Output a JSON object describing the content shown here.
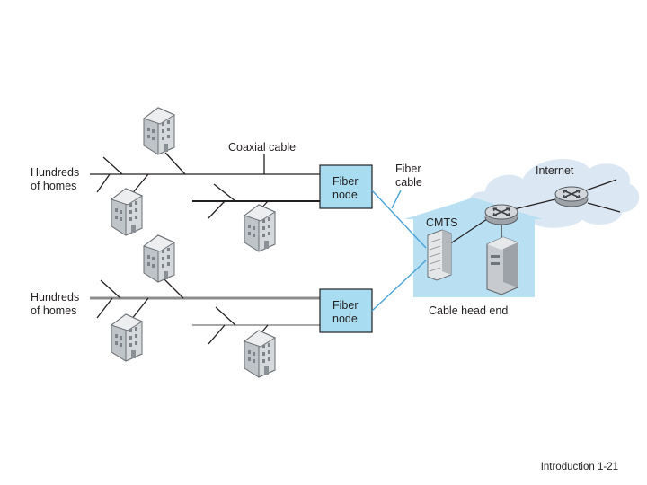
{
  "diagram": {
    "coaxial_label": "Coaxial cable",
    "fiber_cable_label": [
      "Fiber",
      "cable"
    ],
    "internet_label": "Internet",
    "cmts_label": "CMTS",
    "head_end_label": "Cable head end",
    "homes_top": [
      "Hundreds",
      "of homes"
    ],
    "homes_bottom": [
      "Hundreds",
      "of homes"
    ],
    "fiber_node_top": [
      "Fiber",
      "node"
    ],
    "fiber_node_bottom": [
      "Fiber",
      "node"
    ]
  },
  "colors": {
    "fiber_node_fill": "#a8dcf0",
    "fiber_line": "#4aa3d8",
    "headend_fill": "#b8dff2",
    "cloud_fill": "#dbe8f3",
    "router_fill": "#c9ced3",
    "building_fill": "#c8ccd0"
  },
  "icons": {
    "houses": "apartment-building-icon",
    "routers": "router-icon",
    "cmts": "cmts-rack-icon",
    "server": "server-tower-icon"
  },
  "footer": {
    "text": "Introduction 1-21"
  }
}
